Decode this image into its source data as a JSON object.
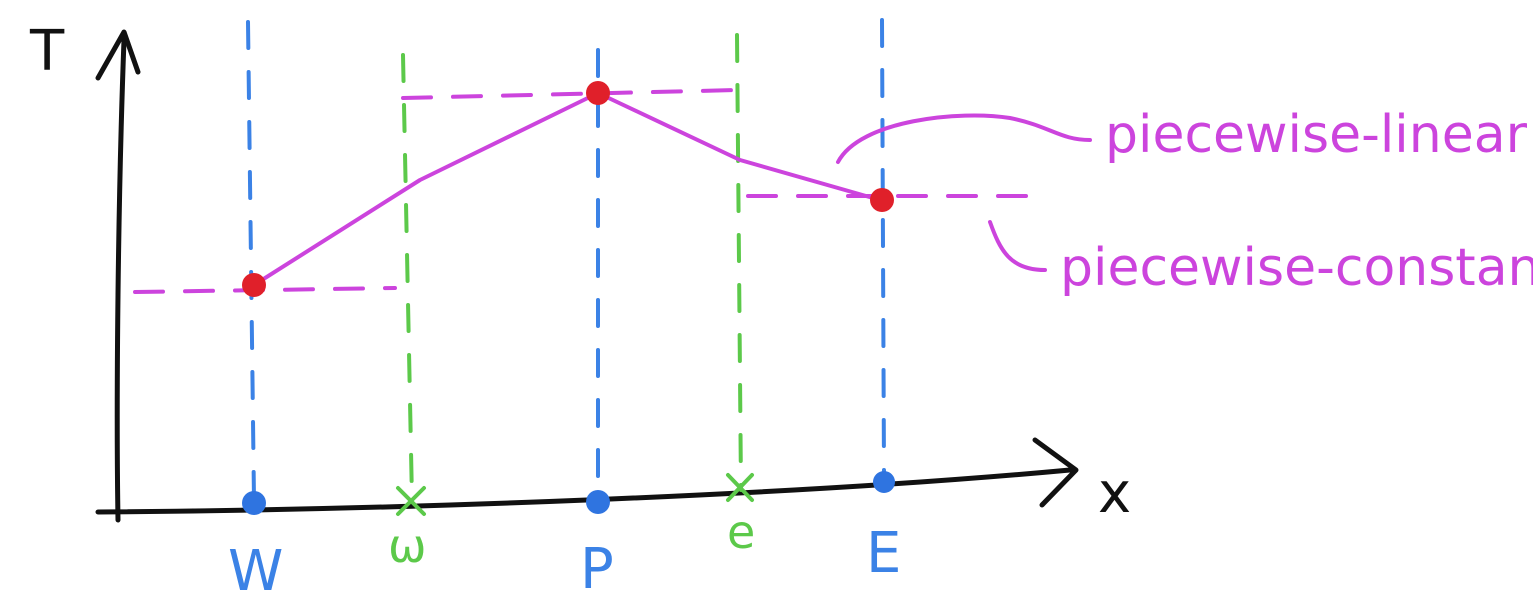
{
  "axes": {
    "y_label": "T",
    "x_label": "x"
  },
  "nodes": [
    {
      "id": "W",
      "label": "W"
    },
    {
      "id": "P",
      "label": "P"
    },
    {
      "id": "E",
      "label": "E"
    }
  ],
  "faces": [
    {
      "id": "w",
      "label": "ω"
    },
    {
      "id": "e",
      "label": "e"
    }
  ],
  "annotations": {
    "linear": "piecewise-linear",
    "constant": "piecewise-constant"
  },
  "colors": {
    "axis": "#111111",
    "node_lines": "#3b82e6",
    "face_lines": "#5cc94a",
    "profile": "#cc44dd",
    "points": "#e0202a",
    "node_dots": "#2f74e0"
  }
}
